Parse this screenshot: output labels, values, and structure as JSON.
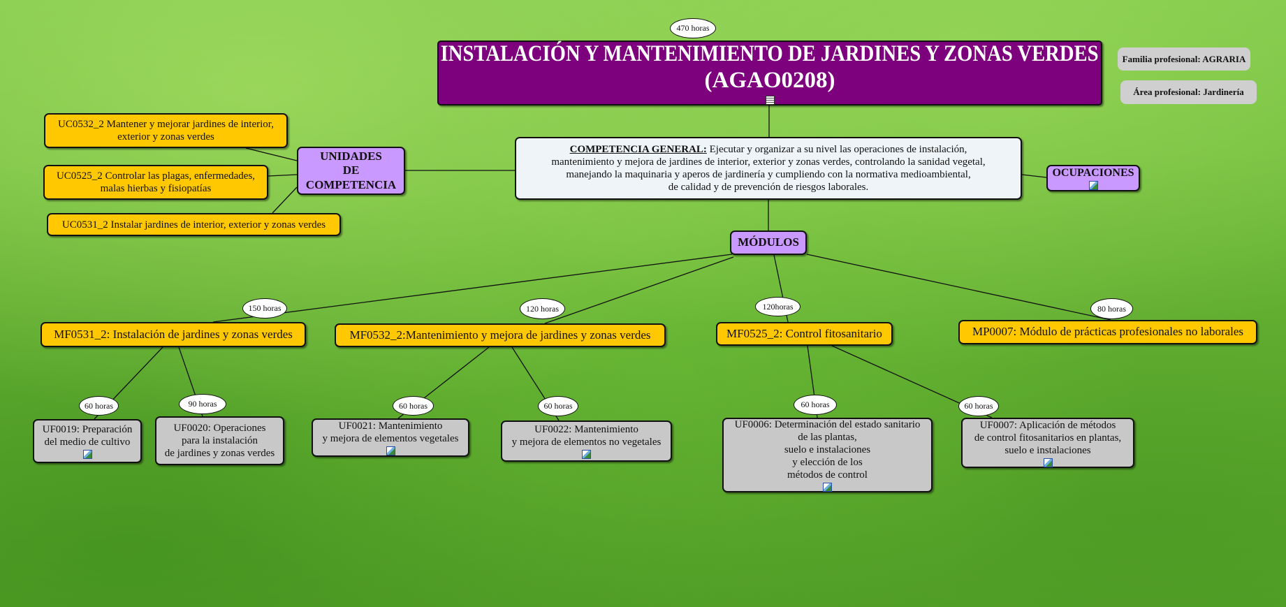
{
  "title": {
    "line1": "INSTALACIÓN Y MANTENIMIENTO DE JARDINES Y ZONAS VERDES",
    "line2": "(AGAO0208)",
    "hours": "470 horas"
  },
  "info": {
    "familia": "Familia profesional: AGRARIA",
    "area": "Área profesional: Jardinería"
  },
  "competencia": {
    "heading": "COMPETENCIA GENERAL:",
    "text_lines": [
      "Ejecutar y organizar a su nivel las operaciones de instalación,",
      "mantenimiento y mejora de jardines de interior, exterior y zonas verdes, controlando la sanidad vegetal,",
      "manejando la maquinaria y aperos de jardinería y cumpliendo con la normativa medioambiental,",
      "de calidad y de prevención de riesgos laborales."
    ]
  },
  "unidades": {
    "label_lines": [
      "UNIDADES",
      "DE",
      "COMPETENCIA"
    ],
    "items": [
      {
        "lines": [
          "UC0532_2 Mantener y mejorar jardines de interior,",
          "exterior y zonas verdes"
        ]
      },
      {
        "lines": [
          "UC0525_2 Controlar las plagas, enfermedades,",
          "malas hierbas y fisiopatías"
        ]
      },
      {
        "lines": [
          "UC0531_2 Instalar jardines de interior, exterior y zonas verdes"
        ]
      }
    ]
  },
  "ocupaciones": "OCUPACIONES",
  "modulos": {
    "label": "MÓDULOS",
    "items": [
      {
        "hours": "150 horas",
        "name": "MF0531_2: Instalación de jardines y zonas verdes"
      },
      {
        "hours": "120 horas",
        "name": "MF0532_2:Mantenimiento y mejora de jardines y zonas verdes"
      },
      {
        "hours": "120horas",
        "name": "MF0525_2: Control fitosanitario"
      },
      {
        "hours": "80 horas",
        "name": "MP0007: Módulo de prácticas profesionales no laborales"
      }
    ]
  },
  "unidades_formativas": [
    {
      "hours": "60 horas",
      "lines": [
        "UF0019: Preparación",
        "del medio de cultivo"
      ]
    },
    {
      "hours": "90 horas",
      "lines": [
        "UF0020: Operaciones",
        "para la instalación",
        "de jardines y zonas verdes"
      ]
    },
    {
      "hours": "60 horas",
      "lines": [
        "UF0021: Mantenimiento",
        "y mejora de elementos vegetales"
      ]
    },
    {
      "hours": "60 horas",
      "lines": [
        "UF0022: Mantenimiento",
        "y mejora de elementos no vegetales"
      ]
    },
    {
      "hours": "60 horas",
      "lines": [
        "UF0006: Determinación del estado sanitario",
        "de las plantas,",
        "suelo e instalaciones",
        "y elección de los",
        "métodos de control"
      ]
    },
    {
      "hours": "60 horas",
      "lines": [
        "UF0007: Aplicación de métodos",
        "de control fitosanitarios en plantas,",
        "suelo e instalaciones"
      ]
    }
  ]
}
